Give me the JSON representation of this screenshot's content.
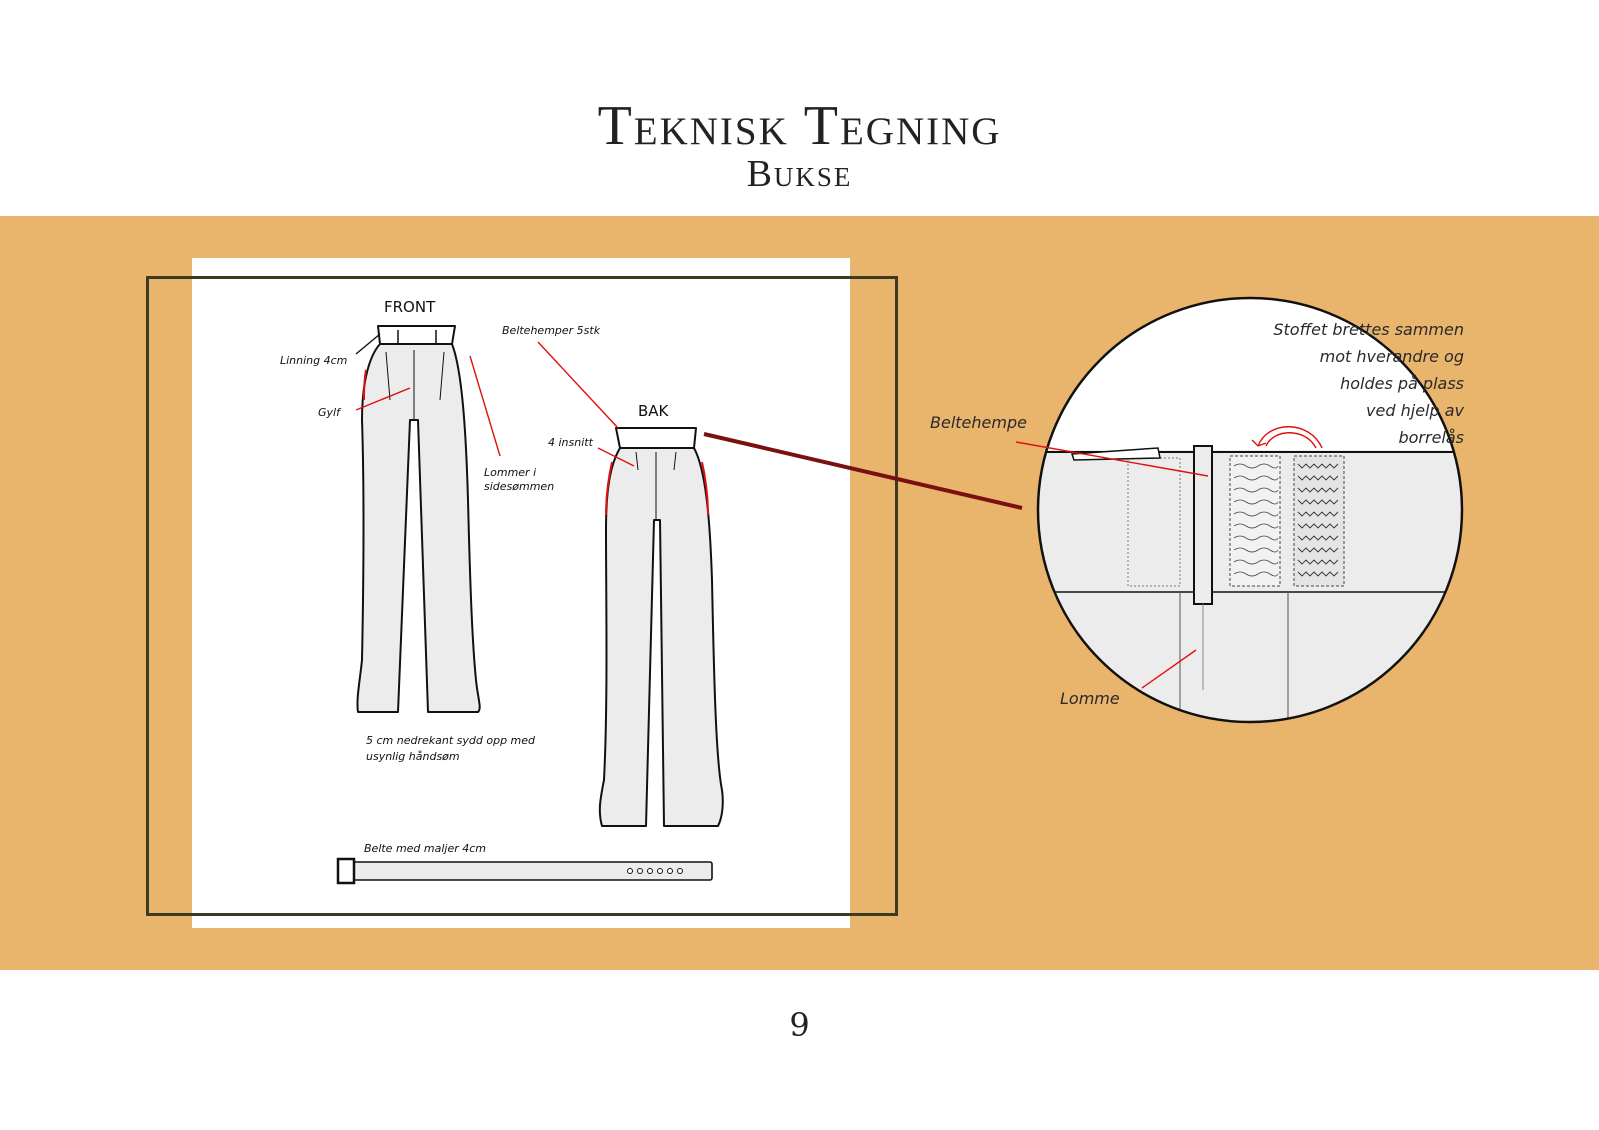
{
  "header": {
    "title": "Teknisk Tegning",
    "subtitle": "Bukse"
  },
  "sketch": {
    "front_label": "FRONT",
    "back_label": "BAK",
    "annotations": {
      "linning": "Linning 4cm",
      "gylf": "Gylf",
      "lommer_line1": "Lommer i",
      "lommer_line2": "sidesømmen",
      "beltehemper": "Beltehemper 5stk",
      "insnitt": "4 insnitt",
      "nedrekant_line1": "5 cm nedrekant sydd opp med",
      "nedrekant_line2": "usynlig håndsøm",
      "belte": "Belte med maljer 4cm"
    }
  },
  "detail": {
    "beltehempe_label": "Beltehempe",
    "lomme_label": "Lomme",
    "note_lines": [
      "Stoffet brettes sammen",
      "mot hverandre og",
      "holdes på plass",
      "ved hjelp av",
      "borrelås"
    ]
  },
  "colors": {
    "band": "#e9b46c",
    "frame": "#3d3a24",
    "annotation_line": "#e01010",
    "connector": "#7a1010",
    "garment_fill": "#ececec"
  },
  "page_number": "9"
}
